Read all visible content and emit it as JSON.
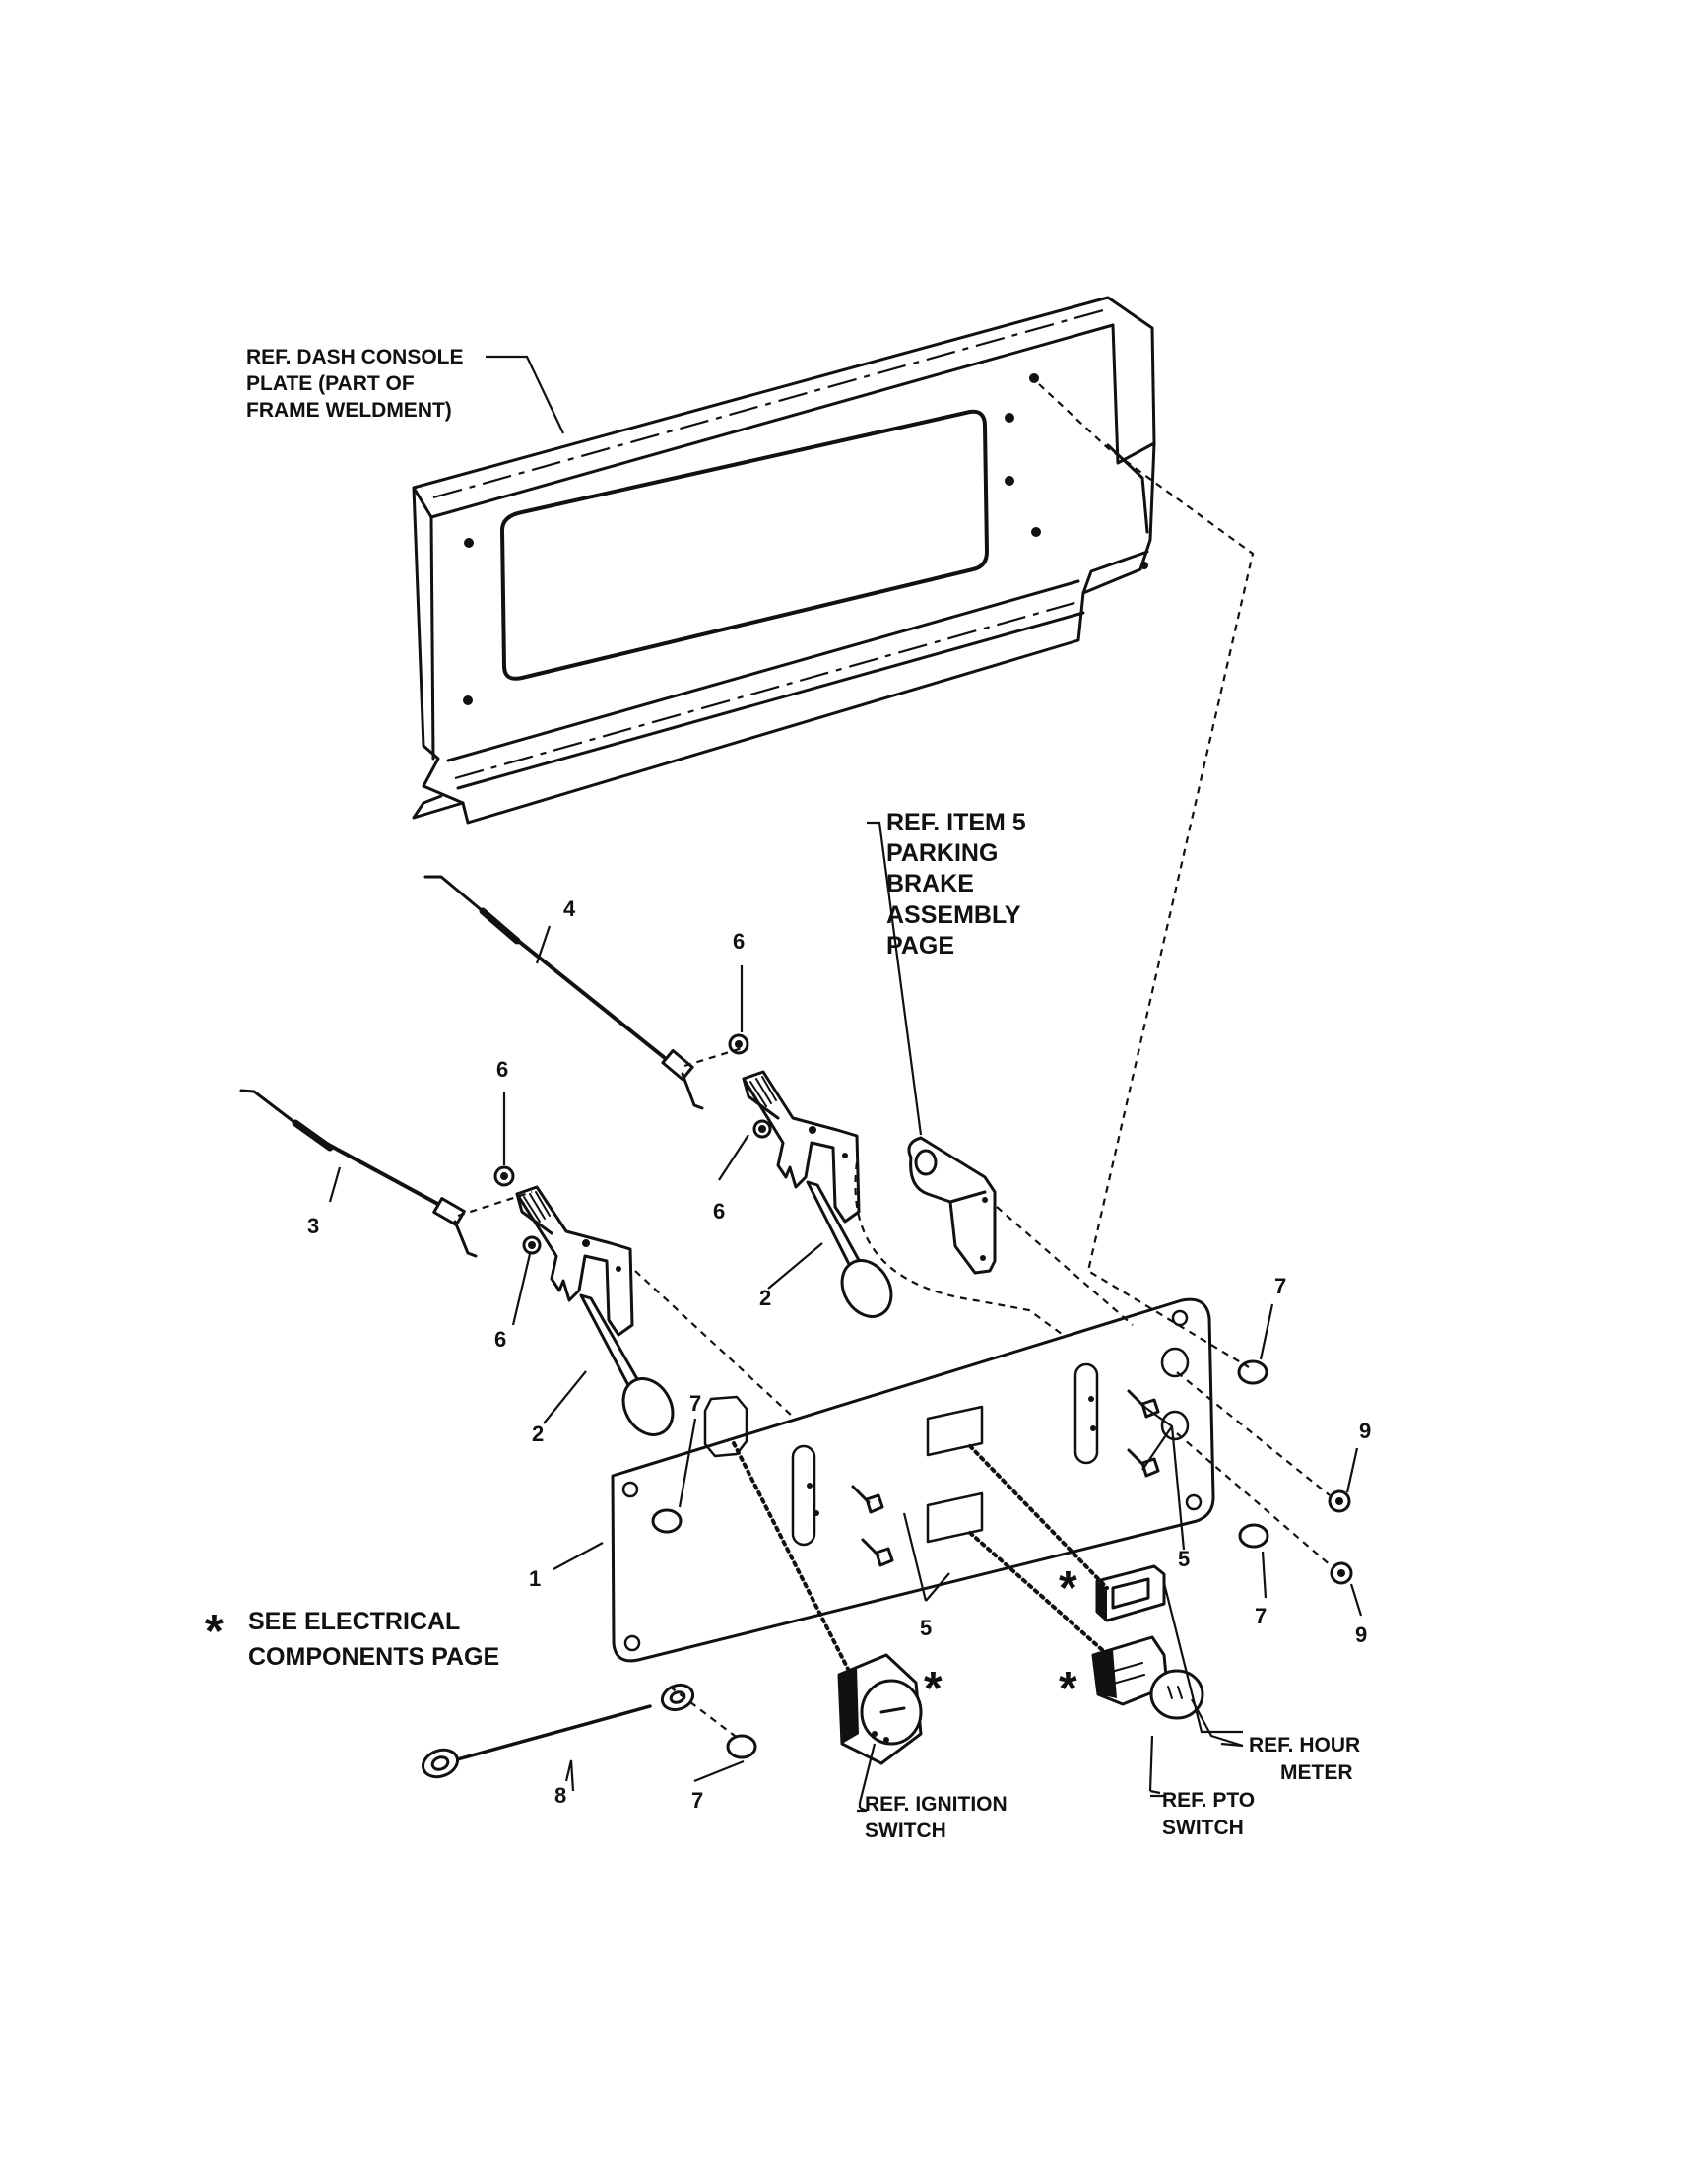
{
  "callouts": {
    "dash_console": [
      "REF. DASH CONSOLE",
      "PLATE (PART OF",
      "FRAME WELDMENT)"
    ],
    "parking_brake": [
      "REF. ITEM 5",
      "PARKING",
      "BRAKE",
      "ASSEMBLY",
      "PAGE"
    ],
    "electrical_note": [
      "SEE ELECTRICAL",
      "COMPONENTS PAGE"
    ],
    "ignition_switch": [
      "REF. IGNITION",
      "SWITCH"
    ],
    "pto_switch": [
      "REF. PTO",
      "SWITCH"
    ],
    "hour_meter": [
      "REF. HOUR",
      "METER"
    ]
  },
  "asterisk": "*",
  "item_numbers": {
    "n1": "1",
    "n2a": "2",
    "n2b": "2",
    "n3": "3",
    "n4": "4",
    "n5a": "5",
    "n5b": "5",
    "n6a": "6",
    "n6b": "6",
    "n6c": "6",
    "n6d": "6",
    "n7a": "7",
    "n7b": "7",
    "n7c": "7",
    "n7d": "7",
    "n8": "8",
    "n9a": "9",
    "n9b": "9"
  },
  "colors": {
    "ink": "#111111",
    "paper": "#ffffff"
  }
}
